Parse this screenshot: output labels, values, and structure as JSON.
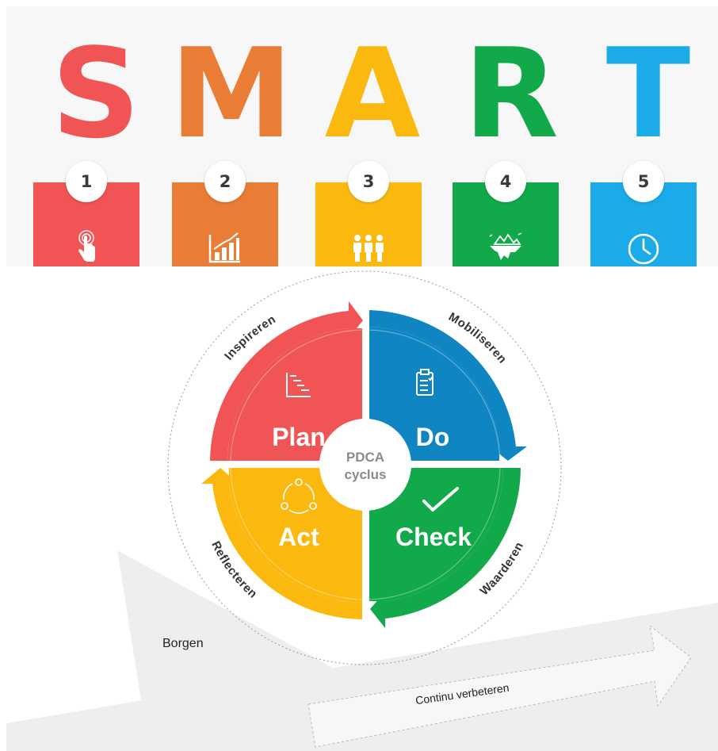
{
  "smart": {
    "letters": [
      {
        "char": "S",
        "color": "#f05454"
      },
      {
        "char": "M",
        "color": "#ea7d35"
      },
      {
        "char": "A",
        "color": "#fbb910"
      },
      {
        "char": "R",
        "color": "#12a94a"
      },
      {
        "char": "T",
        "color": "#1aabe8"
      }
    ],
    "cards": [
      {
        "number": "1",
        "color": "#f05454",
        "icon": "hand-pointer-icon"
      },
      {
        "number": "2",
        "color": "#ea7d35",
        "icon": "bar-chart-icon"
      },
      {
        "number": "3",
        "color": "#fbb910",
        "icon": "people-group-icon"
      },
      {
        "number": "4",
        "color": "#12a94a",
        "icon": "floating-island-icon"
      },
      {
        "number": "5",
        "color": "#1aabe8",
        "icon": "clock-icon"
      }
    ]
  },
  "pdca": {
    "center_line1": "PDCA",
    "center_line2": "cyclus",
    "quadrants": {
      "plan": {
        "label": "Plan",
        "color": "#f05454",
        "icon": "gantt-chart-icon"
      },
      "do": {
        "label": "Do",
        "color": "#0f86c2",
        "icon": "clipboard-checklist-icon"
      },
      "check": {
        "label": "Check",
        "color": "#12a94a",
        "icon": "checkmark-icon"
      },
      "act": {
        "label": "Act",
        "color": "#fbb910",
        "icon": "cycle-arrows-icon"
      }
    },
    "ring_labels": {
      "top_left": "Inspireren",
      "top_right": "Mobiliseren",
      "bottom_right": "Waarderen",
      "bottom_left": "Reflecteren"
    },
    "borgen_label": "Borgen",
    "arrow_label": "Continu verbeteren"
  }
}
